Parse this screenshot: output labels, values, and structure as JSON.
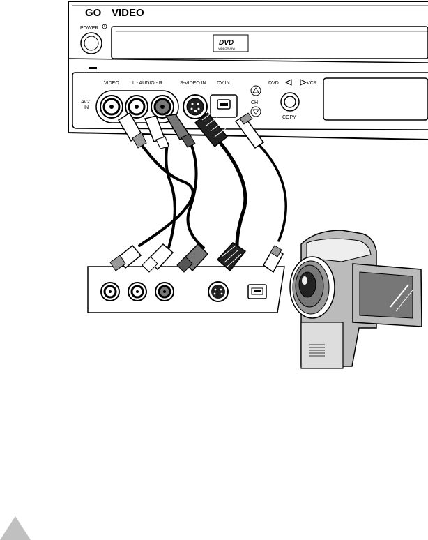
{
  "device": {
    "brand": "GO",
    "brand_suffix": "VIDEO",
    "power_label": "POWER",
    "disc_logo": "DVD",
    "disc_logo_sub": "VIDEO/R/RW",
    "av_input_label_top": "AV2",
    "av_input_label_bottom": "IN",
    "video_label": "VIDEO",
    "audio_label": "L - AUDIO - R",
    "svideo_label": "S-VIDEO IN",
    "dv_label": "DV IN",
    "ch_label": "CH",
    "dvd_label": "DVD",
    "vcr_label": "VCR",
    "copy_label": "COPY"
  }
}
